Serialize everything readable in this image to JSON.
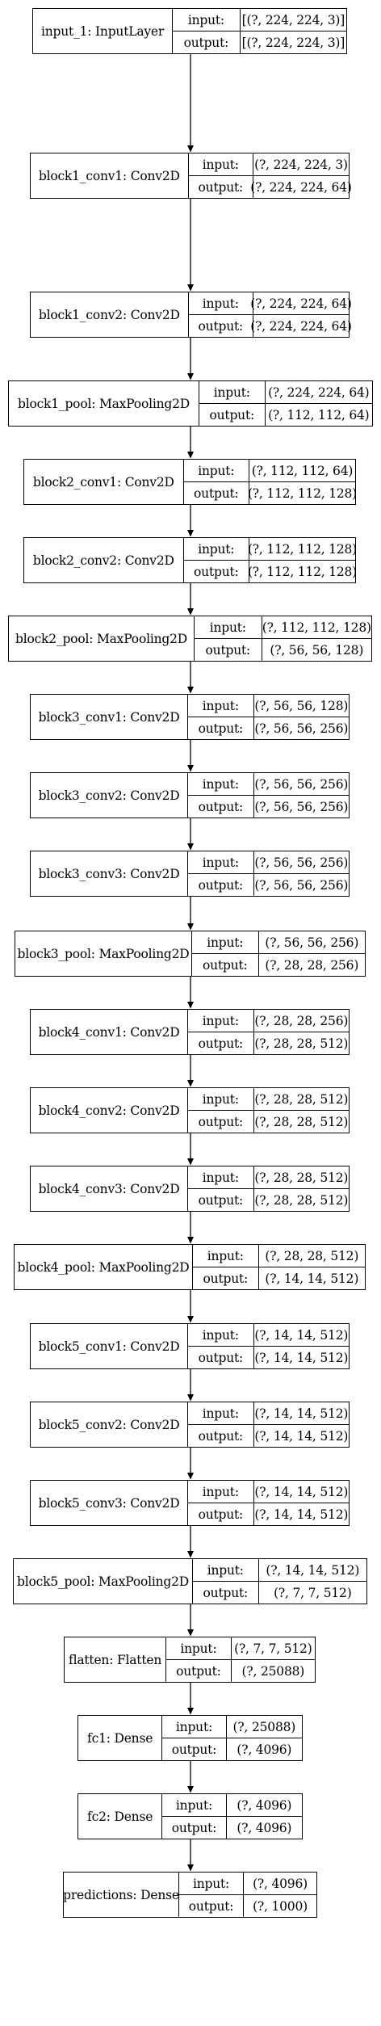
{
  "io_labels": {
    "input": "input:",
    "output": "output:"
  },
  "layers": [
    {
      "name": "input_1: InputLayer",
      "input": "[(?, 224, 224, 3)]",
      "output": "[(?, 224, 224, 3)]"
    },
    {
      "name": "block1_conv1: Conv2D",
      "input": "(?, 224, 224, 3)",
      "output": "(?, 224, 224, 64)"
    },
    {
      "name": "block1_conv2: Conv2D",
      "input": "(?, 224, 224, 64)",
      "output": "(?, 224, 224, 64)"
    },
    {
      "name": "block1_pool: MaxPooling2D",
      "input": "(?, 224, 224, 64)",
      "output": "(?, 112, 112, 64)"
    },
    {
      "name": "block2_conv1: Conv2D",
      "input": "(?, 112, 112, 64)",
      "output": "(?, 112, 112, 128)"
    },
    {
      "name": "block2_conv2: Conv2D",
      "input": "(?, 112, 112, 128)",
      "output": "(?, 112, 112, 128)"
    },
    {
      "name": "block2_pool: MaxPooling2D",
      "input": "(?, 112, 112, 128)",
      "output": "(?, 56, 56, 128)"
    },
    {
      "name": "block3_conv1: Conv2D",
      "input": "(?, 56, 56, 128)",
      "output": "(?, 56, 56, 256)"
    },
    {
      "name": "block3_conv2: Conv2D",
      "input": "(?, 56, 56, 256)",
      "output": "(?, 56, 56, 256)"
    },
    {
      "name": "block3_conv3: Conv2D",
      "input": "(?, 56, 56, 256)",
      "output": "(?, 56, 56, 256)"
    },
    {
      "name": "block3_pool: MaxPooling2D",
      "input": "(?, 56, 56, 256)",
      "output": "(?, 28, 28, 256)"
    },
    {
      "name": "block4_conv1: Conv2D",
      "input": "(?, 28, 28, 256)",
      "output": "(?, 28, 28, 512)"
    },
    {
      "name": "block4_conv2: Conv2D",
      "input": "(?, 28, 28, 512)",
      "output": "(?, 28, 28, 512)"
    },
    {
      "name": "block4_conv3: Conv2D",
      "input": "(?, 28, 28, 512)",
      "output": "(?, 28, 28, 512)"
    },
    {
      "name": "block4_pool: MaxPooling2D",
      "input": "(?, 28, 28, 512)",
      "output": "(?, 14, 14, 512)"
    },
    {
      "name": "block5_conv1: Conv2D",
      "input": "(?, 14, 14, 512)",
      "output": "(?, 14, 14, 512)"
    },
    {
      "name": "block5_conv2: Conv2D",
      "input": "(?, 14, 14, 512)",
      "output": "(?, 14, 14, 512)"
    },
    {
      "name": "block5_conv3: Conv2D",
      "input": "(?, 14, 14, 512)",
      "output": "(?, 14, 14, 512)"
    },
    {
      "name": "block5_pool: MaxPooling2D",
      "input": "(?, 14, 14, 512)",
      "output": "(?, 7, 7, 512)"
    },
    {
      "name": "flatten: Flatten",
      "input": "(?, 7, 7, 512)",
      "output": "(?, 25088)"
    },
    {
      "name": "fc1: Dense",
      "input": "(?, 25088)",
      "output": "(?, 4096)"
    },
    {
      "name": "fc2: Dense",
      "input": "(?, 4096)",
      "output": "(?, 4096)"
    },
    {
      "name": "predictions: Dense",
      "input": "(?, 4096)",
      "output": "(?, 1000)"
    }
  ]
}
